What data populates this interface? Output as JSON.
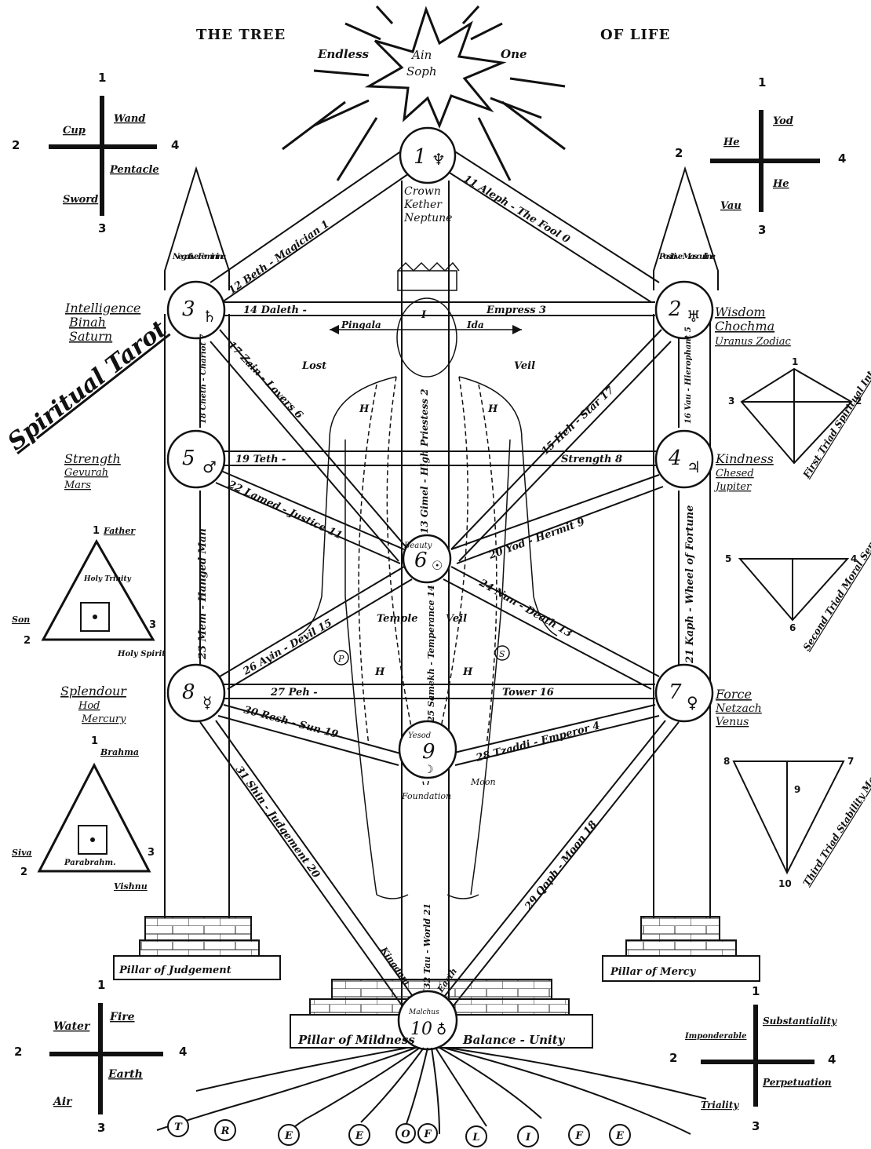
{
  "title": {
    "left": "THE TREE",
    "right": "OF LIFE"
  },
  "star": {
    "center_line1": "Ain",
    "center_line2": "Soph",
    "left": "Endless",
    "right": "One"
  },
  "sephiroth": [
    {
      "id": "1",
      "glyph": "♆",
      "label1": "Crown",
      "label2": "Kether",
      "label3": "Neptune"
    },
    {
      "id": "2",
      "glyph": "♅",
      "label1": "Wisdom",
      "label2": "Chochma",
      "label3": "Uranus Zodiac"
    },
    {
      "id": "3",
      "glyph": "♄",
      "label1": "Intelligence",
      "label2": "Binah",
      "label3": "Saturn"
    },
    {
      "id": "4",
      "glyph": "♃",
      "label1": "Kindness",
      "label2": "Chesed",
      "label3": "Jupiter"
    },
    {
      "id": "5",
      "glyph": "♂",
      "label1": "Strength",
      "label2": "Gevurah",
      "label3": "Mars"
    },
    {
      "id": "6",
      "glyph": "☉",
      "label1": "Beauty",
      "label2": "",
      "label3": ""
    },
    {
      "id": "7",
      "glyph": "♀",
      "label1": "Force",
      "label2": "Netzach",
      "label3": "Venus"
    },
    {
      "id": "8",
      "glyph": "☿",
      "label1": "Splendour",
      "label2": "Hod",
      "label3": "Mercury"
    },
    {
      "id": "9",
      "glyph": "☽",
      "label1": "Yesod",
      "label2": "Foundation",
      "label3": "Moon"
    },
    {
      "id": "10",
      "glyph": "♁",
      "label1": "Malchus",
      "label2": "",
      "label3": ""
    }
  ],
  "paths": {
    "p11": "11 Aleph - The Fool 0",
    "p12": "12 Beth - Magician 1",
    "p13": "13 Gimel - High Priestess 2",
    "p14a": "14 Daleth -",
    "p14b": "Empress 3",
    "p15": "15 Heh - Star 17",
    "p16": "16 Vau - Hierophant 5",
    "p17": "17 Zain - Lovers 6",
    "p18": "18 Cheth - Chariot 7",
    "p19a": "19 Teth -",
    "p19b": "Strength 8",
    "p20": "20 Yod - Hermit 9",
    "p21": "21 Kaph - Wheel of Fortune",
    "p22": "22 Lamed - Justice 11",
    "p23": "23 Mem - Hanged Man",
    "p24": "24 Nun - Death 13",
    "p25": "25 Samekh - Temperance 14",
    "p26": "26 Ayin - Devil 15",
    "p27a": "27 Peh -",
    "p27b": "Tower 16",
    "p28": "28 Tzaddi - Emperor 4",
    "p29": "29 Qoph - Moon 18",
    "p30": "30 Resh - Sun 19",
    "p31": "31 Shin - Judgement 20",
    "p32": "32 Tau - World 21"
  },
  "figure": {
    "pingala": "Pingala",
    "ida": "Ida",
    "lost": "Lost",
    "veil": "Veil",
    "temple": "Temple",
    "veil2": "Veil",
    "h": "H",
    "kingdom": "Kingdom",
    "earth": "Earth",
    "i": "I",
    "p": "P",
    "s": "S"
  },
  "pillars": {
    "left_top": "Negative Feminine",
    "right_top": "Positive Masculine",
    "left_base": "Pillar of Judgement",
    "right_base": "Pillar of Mercy",
    "middle_base_left": "Pillar of Mildness",
    "middle_base_right": "Balance - Unity"
  },
  "side_title": "Spiritual Tarot",
  "tl_cross": {
    "n1": "1",
    "n2": "2",
    "n3": "3",
    "n4": "4",
    "cup": "Cup",
    "wand": "Wand",
    "pentacle": "Pentacle",
    "sword": "Sword"
  },
  "tr_cross": {
    "n1": "1",
    "n2": "2",
    "n3": "3",
    "n4": "4",
    "yod": "Yod",
    "he1": "He",
    "he2": "He",
    "vau": "Vau"
  },
  "bl_cross": {
    "n1": "1",
    "n2": "2",
    "n3": "3",
    "n4": "4",
    "water": "Water",
    "fire": "Fire",
    "earth": "Earth",
    "air": "Air"
  },
  "br_cross": {
    "n1": "1",
    "n2": "2",
    "n3": "3",
    "n4": "4",
    "imp": "Imponderable",
    "sub": "Substantiality",
    "perp": "Perpetuation",
    "tri": "Triality"
  },
  "trinity_1": {
    "n1": "1",
    "n2": "2",
    "n3": "3",
    "father": "Father",
    "son": "Son",
    "holy_trinity": "Holy Trinity",
    "holy_spirit": "Holy Spirit"
  },
  "trinity_2": {
    "n1": "1",
    "n2": "2",
    "n3": "3",
    "brahma": "Brahma",
    "siva": "Siva",
    "vishnu": "Vishnu",
    "para": "Parabrahm."
  },
  "triads": {
    "first": "First Triad Spiritual Intellect",
    "second": "Second Triad Moral Sensuous",
    "third": "Third Triad Stability Material",
    "f1": "1",
    "f2": "2",
    "f3": "3",
    "s4": "4",
    "s5": "5",
    "s6": "6",
    "t7": "7",
    "t8": "8",
    "t9": "9",
    "t10": "10"
  },
  "roots": [
    "T",
    "R",
    "E",
    "E",
    "O",
    "F",
    "L",
    "I",
    "F",
    "E"
  ]
}
